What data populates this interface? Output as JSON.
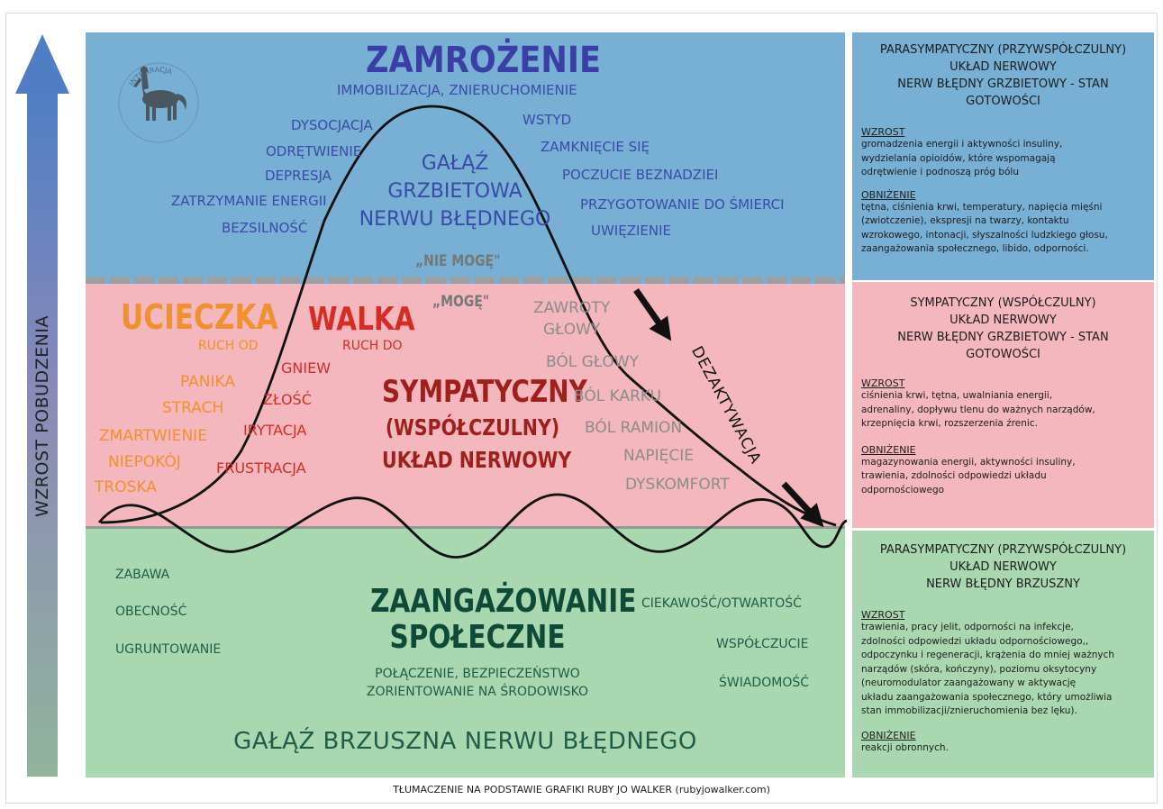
{
  "side_axis": {
    "label": "WZROST POBUDZENIA"
  },
  "zones": {
    "blue": {
      "title": "ZAMROŻENIE",
      "subtitle": "IMMOBILIZACJA, ZNIERUCHOMIENIE",
      "center_line1": "GAŁĄŹ",
      "center_line2": "GRZBIETOWA",
      "center_line3": "NERWU BŁĘDNEGO",
      "quote": "„NIE MOGĘ\"",
      "left_items": [
        "DYSOCJACJA",
        "ODRĘTWIENIE",
        "DEPRESJA",
        "ZATRZYMANIE ENERGII",
        "BEZSILNOŚĆ"
      ],
      "right_items": [
        "WSTYD",
        "ZAMKNIĘCIE SIĘ",
        "POCZUCIE BEZNADZIEI",
        "PRZYGOTOWANIE DO ŚMIERCI",
        "UWIĘZIENIE"
      ],
      "logo_text": "INTEGRACJA",
      "color": "#77afd5"
    },
    "pink": {
      "flight_title": "UCIECZKA",
      "flight_sub": "RUCH OD",
      "fight_title": "WALKA",
      "fight_sub": "RUCH DO",
      "quote": "„MOGĘ\"",
      "center_line1": "SYMPATYCZNY",
      "center_line2": "(WSPÓŁCZULNY)",
      "center_line3": "UKŁAD NERWOWY",
      "flight_items": [
        "PANIKA",
        "STRACH",
        "ZMARTWIENIE",
        "NIEPOKÓJ",
        "TROSKA"
      ],
      "fight_items": [
        "GNIEW",
        "ZŁOŚĆ",
        "IRYTACJA",
        "FRUSTRACJA"
      ],
      "body_items": [
        "ZAWROTY",
        "GŁOWY",
        "BÓL GŁOWY",
        "BÓL KARKU",
        "BÓL RAMION",
        "NAPIĘCIE",
        "DYSKOMFORT"
      ],
      "deactivation": "DEZAKTYWACJA",
      "color": "#f3b7bd"
    },
    "green": {
      "title_line1": "ZAANGAŻOWANIE",
      "title_line2": "SPOŁECZNE",
      "sub_line1": "POŁĄCZENIE,  BEZPIECZEŃSTWO",
      "sub_line2": "ZORIENTOWANIE NA ŚRODOWISKO",
      "left_items": [
        "ZABAWA",
        "OBECNOŚĆ",
        "UGRUNTOWANIE"
      ],
      "right_items": [
        "CIEKAWOŚĆ/OTWARTOŚĆ",
        "WSPÓŁCZUCIE",
        "ŚWIADOMOŚĆ"
      ],
      "bottom": "GAŁĄŹ BRZUSZNA NERWU BŁĘDNEGO",
      "color": "#a9d8b0"
    }
  },
  "panels": [
    {
      "header": [
        "PARASYMPATYCZNY (PRZYWSPÓŁCZULNY)",
        "UKŁAD NERWOWY",
        "NERW BŁĘDNY GRZBIETOWY - STAN GOTOWOŚCI"
      ],
      "increase_label": "WZROST",
      "increase_lines": [
        "gromadzenia energii i aktywności insuliny,",
        "wydzielania opioidów, które wspomagają",
        "odrętwienie i podnoszą próg bólu"
      ],
      "decrease_label": "OBNIŻENIE",
      "decrease_lines": [
        "tętna, ciśnienia krwi, temperatury, napięcia mięśni",
        "(zwiotczenie), ekspresji na twarzy, kontaktu",
        "wzrokowego, intonacji, słyszalności ludzkiego głosu,",
        "zaangażowania społecznego, libido, odporności."
      ]
    },
    {
      "header": [
        "SYMPATYCZNY (WSPÓŁCZULNY)",
        "UKŁAD NERWOWY",
        "NERW BŁĘDNY GRZBIETOWY - STAN GOTOWOŚCI"
      ],
      "increase_label": "WZROST",
      "increase_lines": [
        "ciśnienia krwi, tętna, uwalniania energii,",
        "adrenaliny, dopływu tlenu do ważnych narządów,",
        "krzepnięcia krwi, rozszerzenia źrenic."
      ],
      "decrease_label": "OBNIŻENIE",
      "decrease_lines": [
        "magazynowania energii, aktywności insuliny,",
        "trawienia, zdolności odpowiedzi układu",
        "odpornościowego"
      ]
    },
    {
      "header": [
        "PARASYMPATYCZNY (PRZYWSPÓŁCZULNY)",
        "UKŁAD NERWOWY",
        "NERW BŁĘDNY BRZUSZNY"
      ],
      "increase_label": "WZROST",
      "increase_lines": [
        "trawienia, pracy jelit, odporności na infekcje,",
        "zdolności odpowiedzi układu odpornościowego,,",
        "odpoczynku i regeneracji, krążenia do mniej ważnych",
        "narządów (skóra, kończyny), poziomu oksytocyny",
        "(neuromodulator zaangażowany w aktywację",
        "układu zaangażowania społecznego, który umożliwia",
        "stan immobilizacji/znieruchomienia bez lęku)."
      ],
      "decrease_label": "OBNIŻENIE",
      "decrease_lines": [
        "reakcji obronnych."
      ]
    }
  ],
  "credit": "TŁUMACZENIE NA PODSTAWIE GRAFIKI RUBY JO WALKER (rubyjowalker.com)"
}
